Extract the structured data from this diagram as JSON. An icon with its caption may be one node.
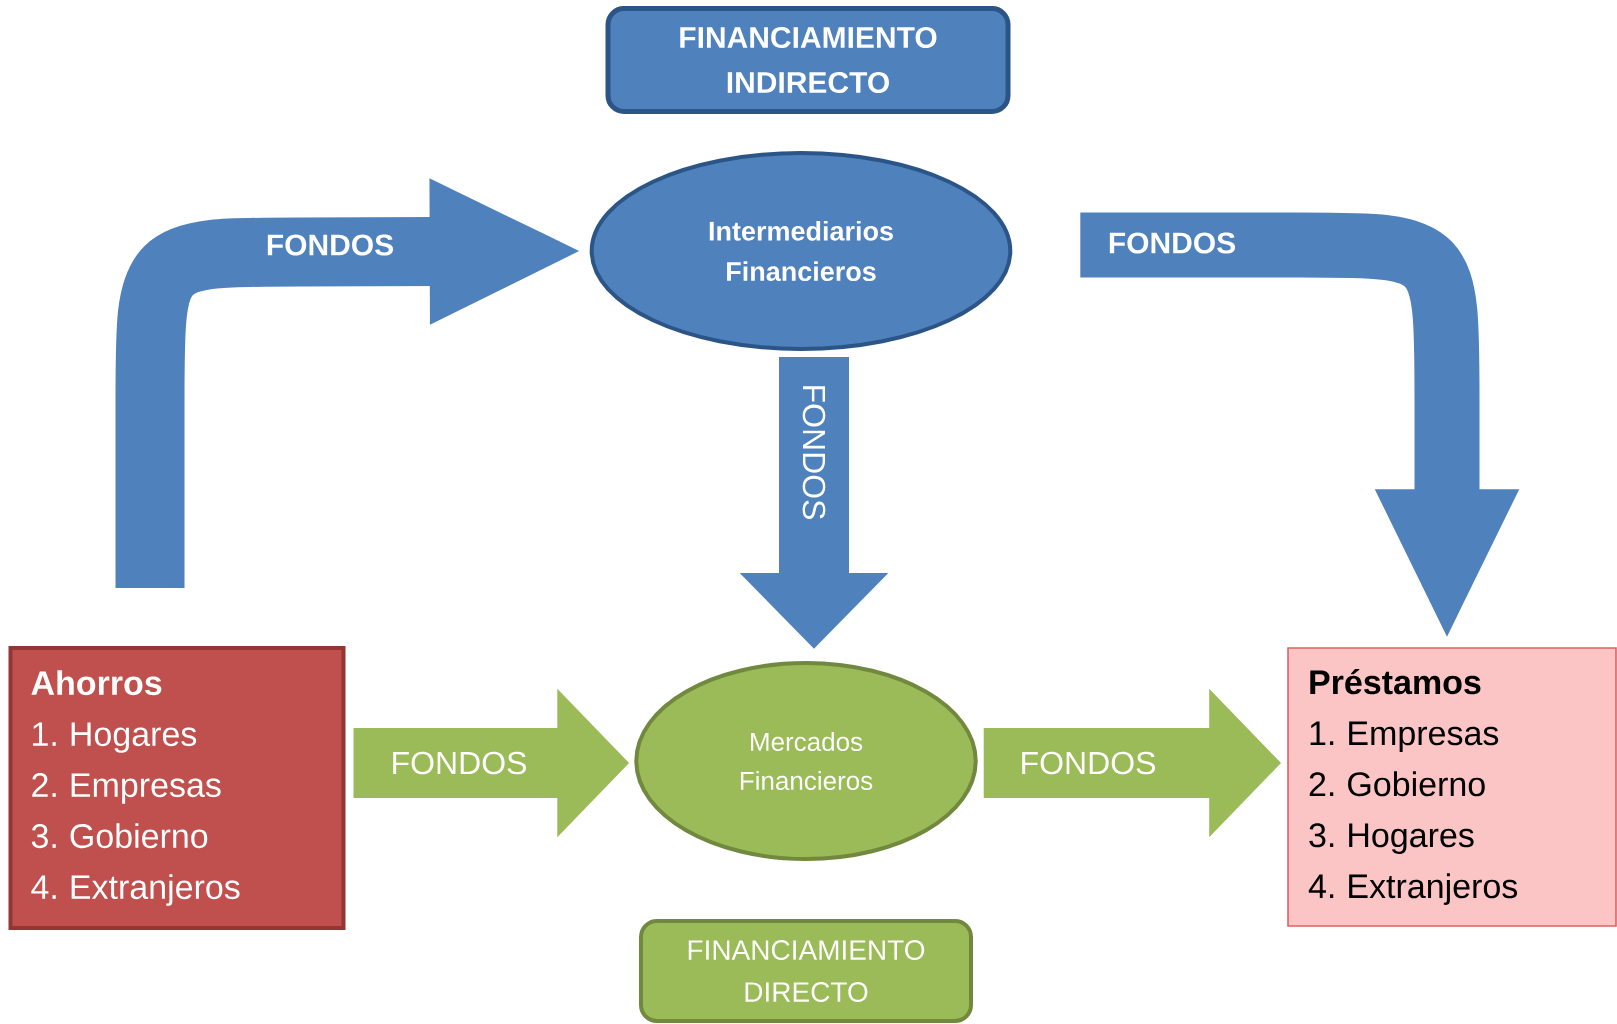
{
  "diagram": {
    "nodes": [
      {
        "text": [
          "FINANCIAMIENTO INDIRECTO"
        ]
      },
      {
        "text": [
          "Intermediarios Financieros"
        ]
      },
      {
        "text": [
          "Ahorros",
          "1. Hogares",
          "2. Empresas",
          "3. Gobierno",
          "4. Extranjeros"
        ]
      },
      {
        "text": [
          "Mercados Financieros"
        ]
      },
      {
        "text": [
          "Préstamos",
          "1. Empresas",
          "2. Gobierno",
          "3. Hogares",
          "4. Extranjeros"
        ]
      },
      {
        "text": [
          "FINANCIAMIENTO DIRECTO"
        ]
      }
    ],
    "edges": [
      {
        "from": 2,
        "to": 1,
        "arrow": "to",
        "label": "FONDOS"
      },
      {
        "from": 1,
        "to": 4,
        "arrow": "to",
        "label": "FONDOS"
      },
      {
        "from": 1,
        "to": 3,
        "arrow": "to",
        "label": "FONDOS"
      },
      {
        "from": 2,
        "to": 3,
        "arrow": "to",
        "label": "FONDOS",
        "color": "#9bbb59"
      },
      {
        "from": 3,
        "to": 4,
        "arrow": "to",
        "label": "FONDOS",
        "color": "#9bbb59"
      }
    ]
  }
}
